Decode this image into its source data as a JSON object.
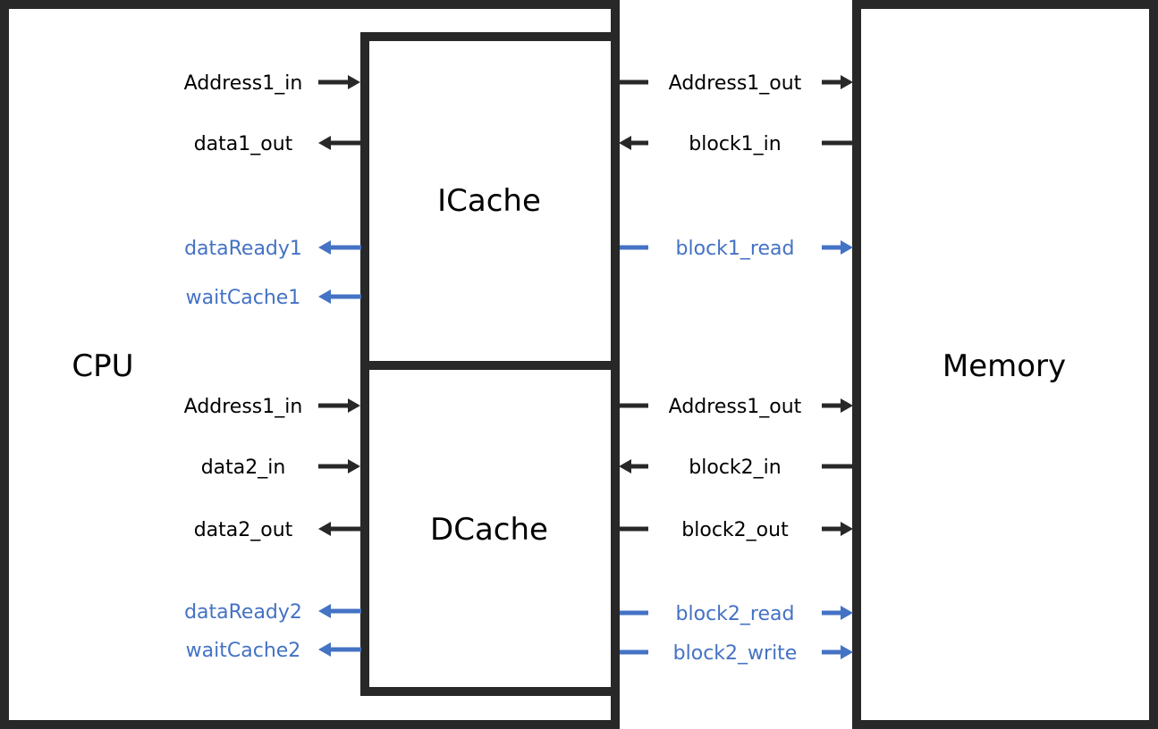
{
  "colors": {
    "border": "#282828",
    "signal": "#282828",
    "control": "#4472c4",
    "text": "#000000"
  },
  "blocks": {
    "cpu": "CPU",
    "icache": "ICache",
    "dcache": "DCache",
    "memory": "Memory"
  },
  "icache_cpu_side": [
    {
      "label": "Address1_in",
      "dir": "to-cache",
      "kind": "data"
    },
    {
      "label": "data1_out",
      "dir": "to-cpu",
      "kind": "data"
    },
    {
      "label": "dataReady1",
      "dir": "to-cpu",
      "kind": "control"
    },
    {
      "label": "waitCache1",
      "dir": "to-cpu",
      "kind": "control"
    }
  ],
  "icache_mem_side": [
    {
      "label": "Address1_out",
      "dir": "to-memory",
      "kind": "data"
    },
    {
      "label": "block1_in",
      "dir": "to-cache",
      "kind": "data"
    },
    {
      "label": "block1_read",
      "dir": "to-memory",
      "kind": "control"
    }
  ],
  "dcache_cpu_side": [
    {
      "label": "Address1_in",
      "dir": "to-cache",
      "kind": "data"
    },
    {
      "label": "data2_in",
      "dir": "to-cache",
      "kind": "data"
    },
    {
      "label": "data2_out",
      "dir": "to-cpu",
      "kind": "data"
    },
    {
      "label": "dataReady2",
      "dir": "to-cpu",
      "kind": "control"
    },
    {
      "label": "waitCache2",
      "dir": "to-cpu",
      "kind": "control"
    }
  ],
  "dcache_mem_side": [
    {
      "label": "Address1_out",
      "dir": "to-memory",
      "kind": "data"
    },
    {
      "label": "block2_in",
      "dir": "to-cache",
      "kind": "data"
    },
    {
      "label": "block2_out",
      "dir": "to-memory",
      "kind": "data"
    },
    {
      "label": "block2_read",
      "dir": "to-memory",
      "kind": "control"
    },
    {
      "label": "block2_write",
      "dir": "to-memory",
      "kind": "control"
    }
  ]
}
